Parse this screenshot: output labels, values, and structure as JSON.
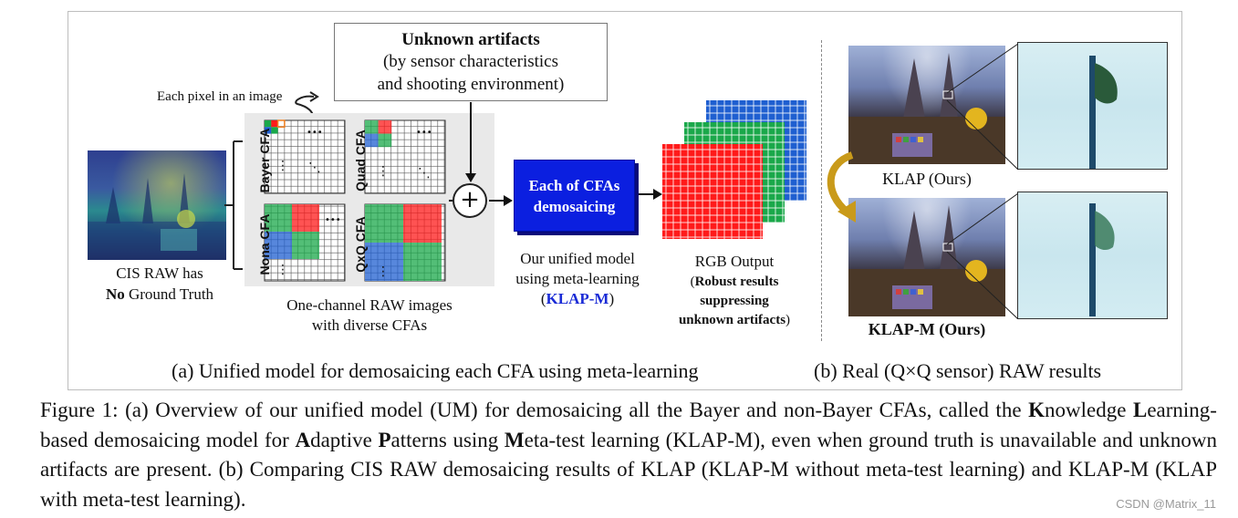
{
  "figure": {
    "pixel_note": "Each pixel in an image",
    "unknown_title": "Unknown artifacts",
    "unknown_line1": "(by sensor characteristics",
    "unknown_line2": "and shooting environment)",
    "raw_caption_line1": "CIS RAW has",
    "raw_caption_no": "No",
    "raw_caption_rest": " Ground Truth",
    "cfa_labels": {
      "bayer": "Bayer CFA",
      "quad": "Quad CFA",
      "nona": "Nona CFA",
      "qxq": "QxQ CFA"
    },
    "cfa_caption_line1": "One-channel RAW images",
    "cfa_caption_line2": "with diverse CFAs",
    "plus": "+",
    "demosaic_line1": "Each of CFAs",
    "demosaic_line2": "demosaicing",
    "model_line1": "Our unified model",
    "model_line2": "using meta-learning",
    "model_open": "(",
    "model_name": "KLAP-M",
    "model_close": ")",
    "rgb_title": "RGB Output",
    "rgb_open": "(",
    "rgb_line1": "Robust results",
    "rgb_line2": "suppressing",
    "rgb_line3": "unknown artifacts",
    "rgb_close": ")",
    "klap_label": "KLAP (Ours)",
    "klapm_label": "KLAP-M (Ours)",
    "subcap_a": "(a) Unified model for demosaicing each CFA using meta-learning",
    "subcap_b": "(b)  Real (Q×Q sensor) RAW results",
    "dots_horizontal": "•••",
    "dots_vertical": "⋮",
    "dots_diag": "⋱"
  },
  "caption": {
    "p1": "Figure 1: (a) Overview of our unified model (UM) for demosaicing all the Bayer and non-Bayer CFAs, called the ",
    "k": "K",
    "p2": "nowledge ",
    "l": "L",
    "p3": "earning-based demosaicing model for ",
    "a": "A",
    "p4": "daptive ",
    "pp": "P",
    "p5": "atterns using ",
    "m": "M",
    "p6": "eta-test learning (KLAP-M), even when ground truth is unavailable and unknown artifacts are present.  (b) Comparing CIS RAW demosaicing results of KLAP (KLAP-M without meta-test learning) and KLAP-M (KLAP with meta-test learning)."
  },
  "watermark": "CSDN @Matrix_11",
  "colors": {
    "red": "#ff1a1a",
    "green": "#1aa84a",
    "blue": "#1f5fd0",
    "demosaic_box": "#0b1fe0",
    "klapm_text": "#1a2bd6",
    "arrow_gold": "#c99a1a"
  },
  "icons": [
    "plus-circle-icon",
    "curved-arrow-icon",
    "arrow-icon"
  ]
}
